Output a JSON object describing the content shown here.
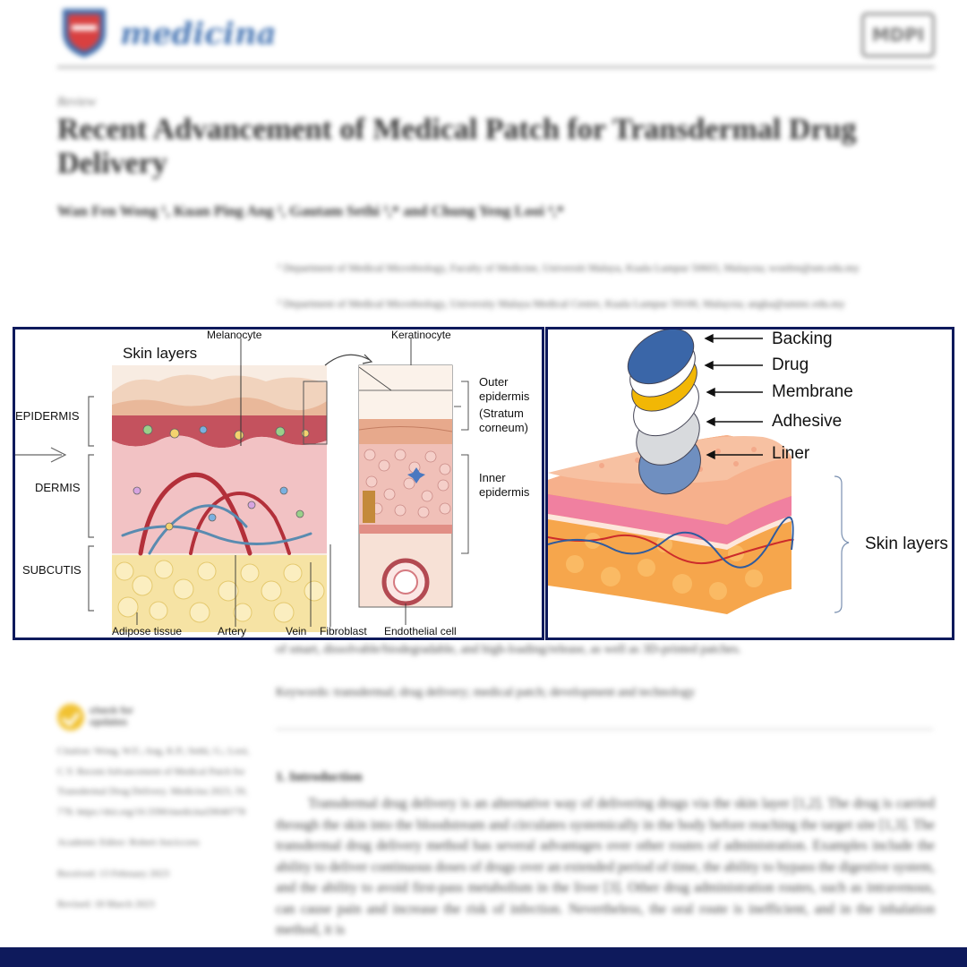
{
  "paper": {
    "journal_name": "medicina",
    "publisher": "MDPI",
    "article_type": "Review",
    "title": "Recent Advancement of Medical Patch for Transdermal Drug Delivery",
    "authors": "Wan Fen Wong ¹, Kuan Ping Ang ², Gautam Sethi ³,* and Chung Yeng Looi ⁴,*",
    "affiliations": [
      "¹  Department of Medical Microbiology, Faculty of Medicine, Universiti Malaya, Kuala Lumpur 50603, Malaysia; wonfen@um.edu.my",
      "²  Department of Medical Microbiology, University Malaya Medical Centre, Kuala Lumpur 59100, Malaysia; angka@ummc.edu.my"
    ],
    "abstract_tail": "of smart, dissolvable/biodegradable, and high-loading/release, as well as 3D-printed patches.",
    "keywords": "Keywords: transdermal; drug delivery; medical patch; development and technology",
    "updates_badge": "check for updates",
    "citation": "Citation: Wong, W.F.; Ang, K.P.; Sethi, G.; Looi, C.Y. Recent Advancement of Medical Patch for Transdermal Drug Delivery. Medicina 2023, 59, 778. https://doi.org/10.3390/medicina59040778",
    "academic_editor": "Academic Editor: Robert Anciccoru",
    "received": "Received: 13 February 2023",
    "revised": "Revised: 18 March 2023",
    "section_heading": "1. Introduction",
    "intro_text": "Transdermal drug delivery is an alternative way of delivering drugs via the skin layer [1,2]. The drug is carried through the skin into the bloodstream and circulates systemically in the body before reaching the target site [1,3]. The transdermal drug delivery method has several advantages over other routes of administration. Examples include the ability to deliver continuous doses of drugs over an extended period of time, the ability to bypass the digestive system, and the ability to avoid first-pass metabolism in the liver [3]. Other drug administration routes, such as intravenous, can cause pain and increase the risk of infection. Nevertheless, the oral route is inefficient, and in the inhalation method, it is"
  },
  "skin_diagram": {
    "title": "Skin layers",
    "layers": [
      "EPIDERMIS",
      "DERMIS",
      "SUBCUTIS"
    ],
    "top_labels": {
      "melanocyte": "Melanocyte",
      "keratinocyte": "Keratinocyte"
    },
    "bottom_labels": [
      "Adipose tissue",
      "Artery",
      "Vein",
      "Fibroblast",
      "Endothelial cell"
    ],
    "inset_labels": {
      "outer": [
        "Outer",
        "epidermis",
        "(Stratum",
        "corneum)"
      ],
      "inner": [
        "Inner",
        "epidermis"
      ]
    }
  },
  "patch_diagram": {
    "layers": [
      "Backing",
      "Drug",
      "Membrane",
      "Adhesive",
      "Liner"
    ],
    "skin_label": "Skin layers",
    "colors": {
      "backing": "#3a66a8",
      "drug": "#f2b705",
      "membrane": "#ffffff",
      "adhesive": "#d8dadd",
      "liner": "#6f8fc0",
      "skin_top": "#f6b08c",
      "skin_pink": "#f080a0",
      "fat": "#f8a54a",
      "artery": "#cc2b2b",
      "vein": "#2f5b9e"
    }
  },
  "theme": {
    "frame": "#0e1a5c",
    "journal_blue": "#4a78b5"
  }
}
